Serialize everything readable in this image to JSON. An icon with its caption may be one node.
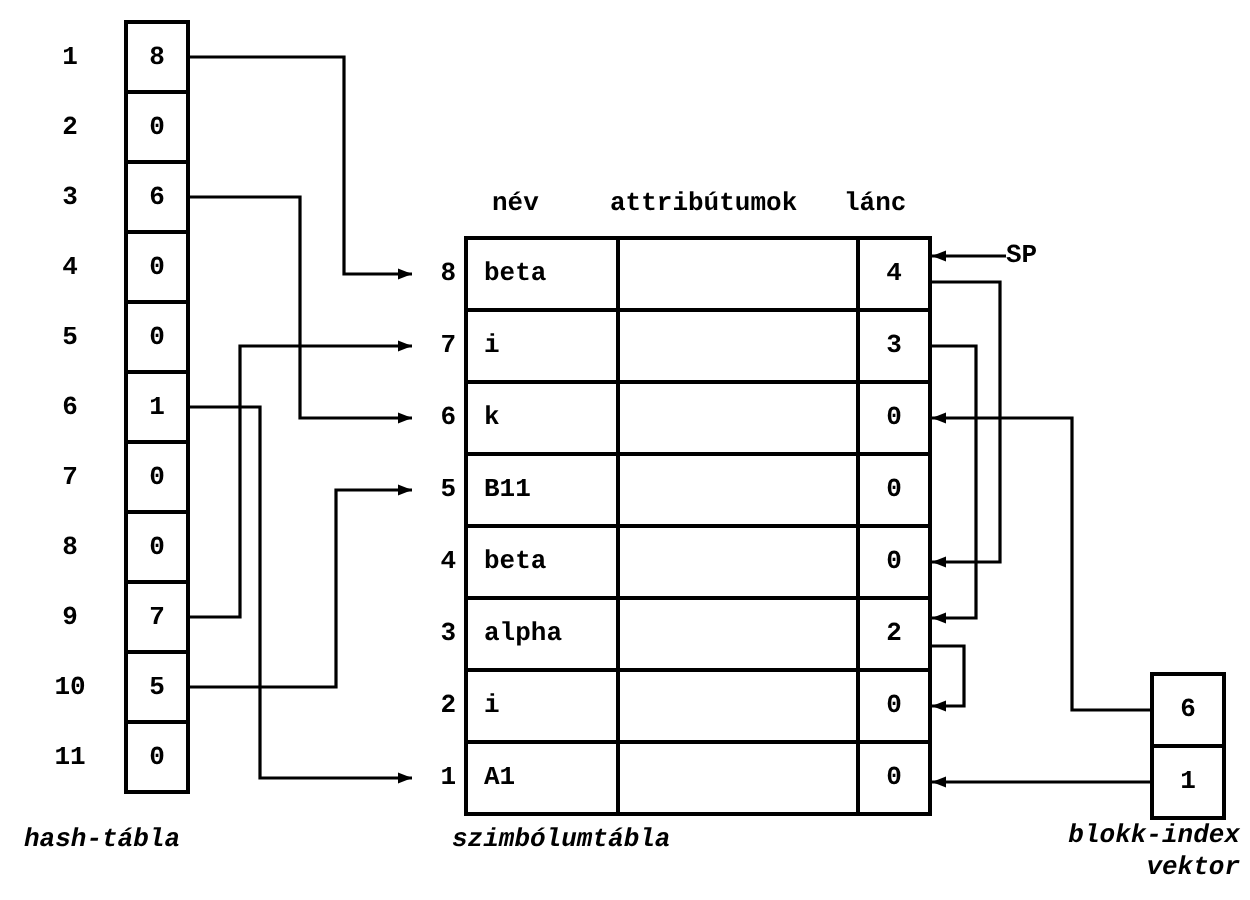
{
  "diagram": {
    "nodes": [
      {
        "text": [
          "8"
        ],
        "beside": [
          "1"
        ]
      },
      {
        "text": [
          "0"
        ],
        "beside": [
          "2"
        ]
      },
      {
        "text": [
          "6"
        ],
        "beside": [
          "3"
        ]
      },
      {
        "text": [
          "0"
        ],
        "beside": [
          "4"
        ]
      },
      {
        "text": [
          "0"
        ],
        "beside": [
          "5"
        ]
      },
      {
        "text": [
          "1"
        ],
        "beside": [
          "6"
        ]
      },
      {
        "text": [
          "0"
        ],
        "beside": [
          "7"
        ]
      },
      {
        "text": [
          "0"
        ],
        "beside": [
          "8"
        ]
      },
      {
        "text": [
          "7"
        ],
        "beside": [
          "9"
        ]
      },
      {
        "text": [
          "5"
        ],
        "beside": [
          "10"
        ]
      },
      {
        "text": [
          "0"
        ],
        "beside": [
          "11"
        ]
      },
      {
        "text": [
          "beta"
        ],
        "beside": [
          "8"
        ]
      },
      {
        "text": [
          "4"
        ]
      },
      {
        "text": [
          "i"
        ],
        "beside": [
          "7"
        ]
      },
      {
        "text": [
          "3"
        ]
      },
      {
        "text": [
          "k"
        ],
        "beside": [
          "6"
        ]
      },
      {
        "text": [
          "0"
        ]
      },
      {
        "text": [
          "B11"
        ],
        "beside": [
          "5"
        ]
      },
      {
        "text": [
          "0"
        ]
      },
      {
        "text": [
          "beta"
        ],
        "beside": [
          "4"
        ]
      },
      {
        "text": [
          "0"
        ]
      },
      {
        "text": [
          "alpha"
        ],
        "beside": [
          "3"
        ]
      },
      {
        "text": [
          "2"
        ]
      },
      {
        "text": [
          "i"
        ],
        "beside": [
          "2"
        ]
      },
      {
        "text": [
          "0"
        ]
      },
      {
        "text": [
          "A1"
        ],
        "beside": [
          "1"
        ]
      },
      {
        "text": [
          "0"
        ]
      },
      {
        "text": [
          "6"
        ]
      },
      {
        "text": [
          "1"
        ]
      },
      {
        "text": [
          "SP"
        ]
      }
    ],
    "edges": [
      {
        "from": 0,
        "to": 11,
        "arrow": "to"
      },
      {
        "from": 2,
        "to": 15,
        "arrow": "to"
      },
      {
        "from": 5,
        "to": 25,
        "arrow": "to"
      },
      {
        "from": 8,
        "to": 13,
        "arrow": "to"
      },
      {
        "from": 9,
        "to": 17,
        "arrow": "to"
      },
      {
        "from": 29,
        "to": 12,
        "arrow": "to"
      },
      {
        "from": 12,
        "to": 20,
        "arrow": "to"
      },
      {
        "from": 14,
        "to": 22,
        "arrow": "to"
      },
      {
        "from": 22,
        "to": 24,
        "arrow": "to"
      },
      {
        "from": 27,
        "to": 16,
        "arrow": "to"
      },
      {
        "from": 28,
        "to": 26,
        "arrow": "to"
      }
    ],
    "labels": [
      "név",
      "attribútumok",
      "lánc",
      "hash-tábla",
      "szimbólumtábla",
      "blokk-index vektor"
    ]
  }
}
